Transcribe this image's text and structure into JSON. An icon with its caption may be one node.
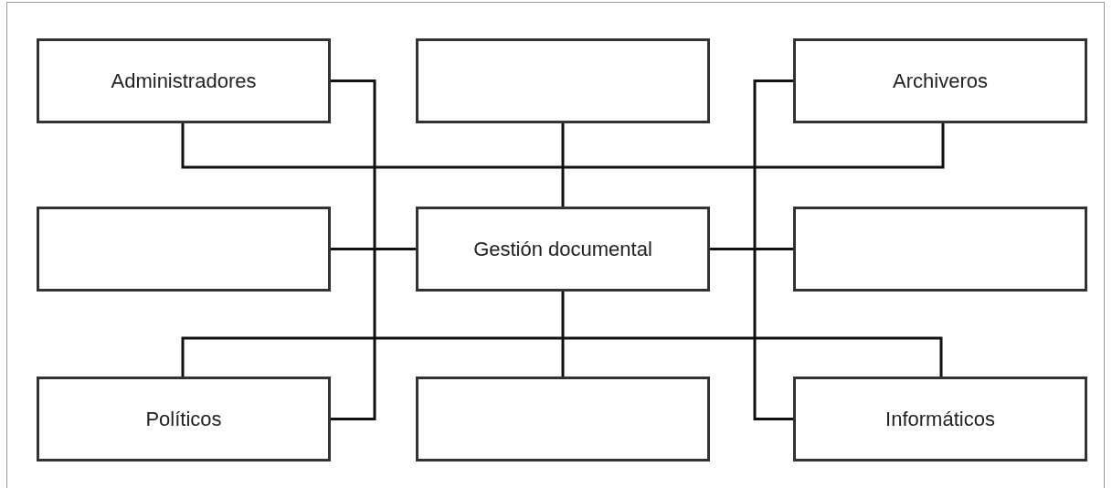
{
  "diagram": {
    "nodes": [
      {
        "text": [
          "Administradores"
        ]
      },
      {
        "text": [],
        "shape": "box"
      },
      {
        "text": [
          "Archiveros"
        ]
      },
      {
        "text": [],
        "shape": "box"
      },
      {
        "text": [
          "Gestión documental"
        ]
      },
      {
        "text": [],
        "shape": "box"
      },
      {
        "text": [
          "Políticos"
        ]
      },
      {
        "text": [],
        "shape": "box"
      },
      {
        "text": [
          "Informáticos"
        ]
      }
    ],
    "edges": [
      {
        "from": 0,
        "to": 6,
        "arrow": "none"
      },
      {
        "from": 0,
        "to": 2,
        "arrow": "none"
      },
      {
        "from": 1,
        "to": 4,
        "arrow": "none"
      },
      {
        "from": 2,
        "to": 8,
        "arrow": "none"
      },
      {
        "from": 3,
        "to": 4,
        "arrow": "none"
      },
      {
        "from": 4,
        "to": 5,
        "arrow": "none"
      },
      {
        "from": 4,
        "to": 7,
        "arrow": "none"
      },
      {
        "from": 6,
        "to": 8,
        "arrow": "none"
      }
    ]
  }
}
